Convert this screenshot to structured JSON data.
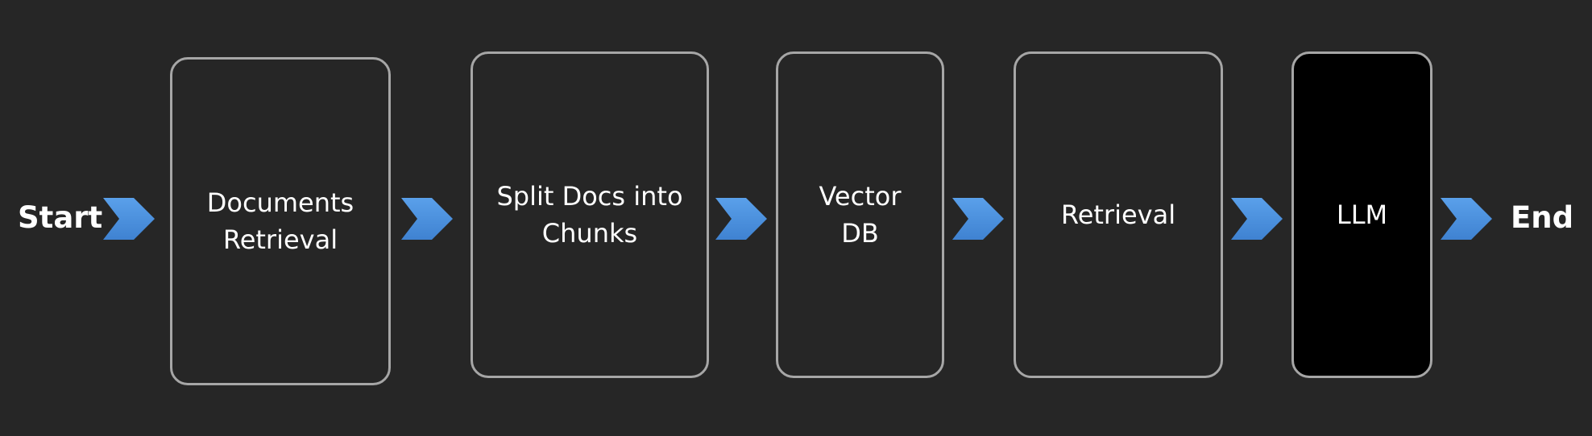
{
  "diagram": {
    "start_label": "Start",
    "end_label": "End",
    "steps": [
      {
        "label": "Documents\nRetrieval"
      },
      {
        "label": "Split Docs into\nChunks"
      },
      {
        "label": "Vector\nDB"
      },
      {
        "label": "Retrieval"
      },
      {
        "label": "LLM"
      }
    ],
    "colors": {
      "background": "#262626",
      "box_border": "#a6a6a6",
      "arrow": "#4a8fdc",
      "llm_box_fill": "#000000",
      "text": "#ffffff"
    },
    "arrow_icon": "chevron-arrow-right"
  }
}
